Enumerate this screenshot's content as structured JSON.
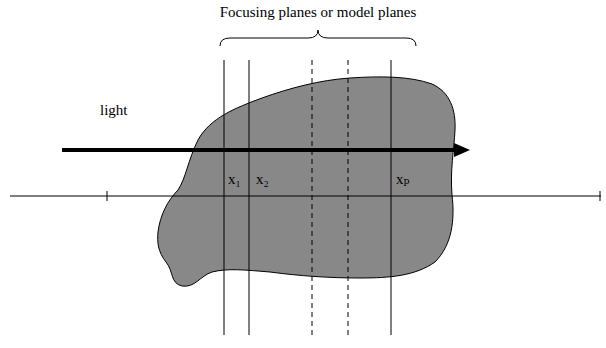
{
  "diagram": {
    "title": "Focusing planes or model planes",
    "labels": [
      "light",
      "x₁",
      "x₂",
      "xₚ"
    ]
  }
}
